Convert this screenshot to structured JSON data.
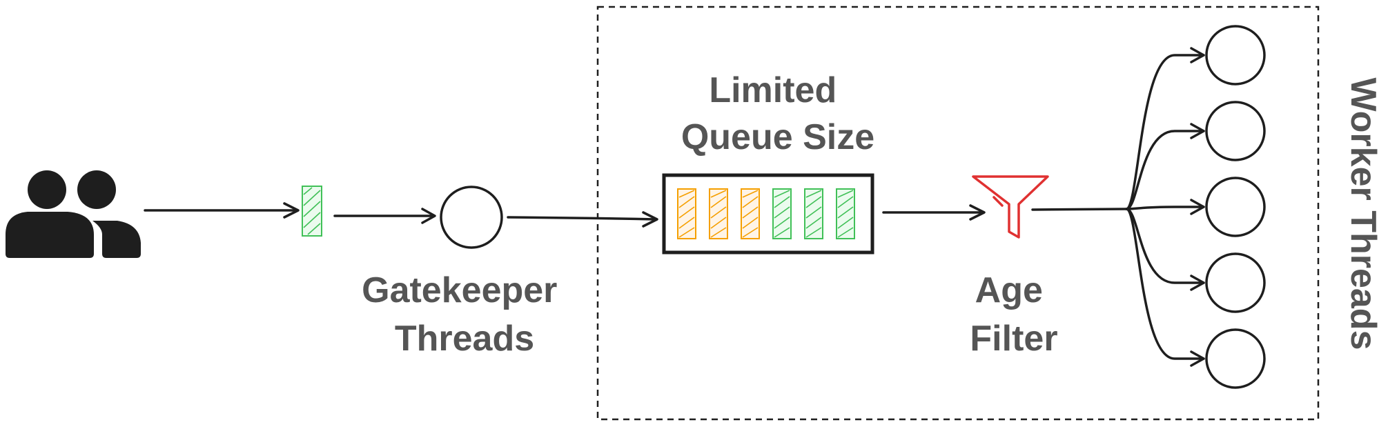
{
  "labels": {
    "gatekeeper_line1": "Gatekeeper",
    "gatekeeper_line2": "Threads",
    "queue_line1": "Limited",
    "queue_line2": "Queue Size",
    "filter_line1": "Age",
    "filter_line2": "Filter",
    "worker": "Worker Threads"
  },
  "icons": {
    "users": "users-icon",
    "filter": "funnel-icon"
  },
  "queue": {
    "slots": [
      "orange",
      "orange",
      "orange",
      "green",
      "green",
      "green"
    ]
  },
  "workers": {
    "count": 5
  },
  "colors": {
    "stroke": "#1e1e1e",
    "label": "#555555",
    "green": "#40c057",
    "orange": "#f59f00",
    "filter": "#e03131"
  }
}
